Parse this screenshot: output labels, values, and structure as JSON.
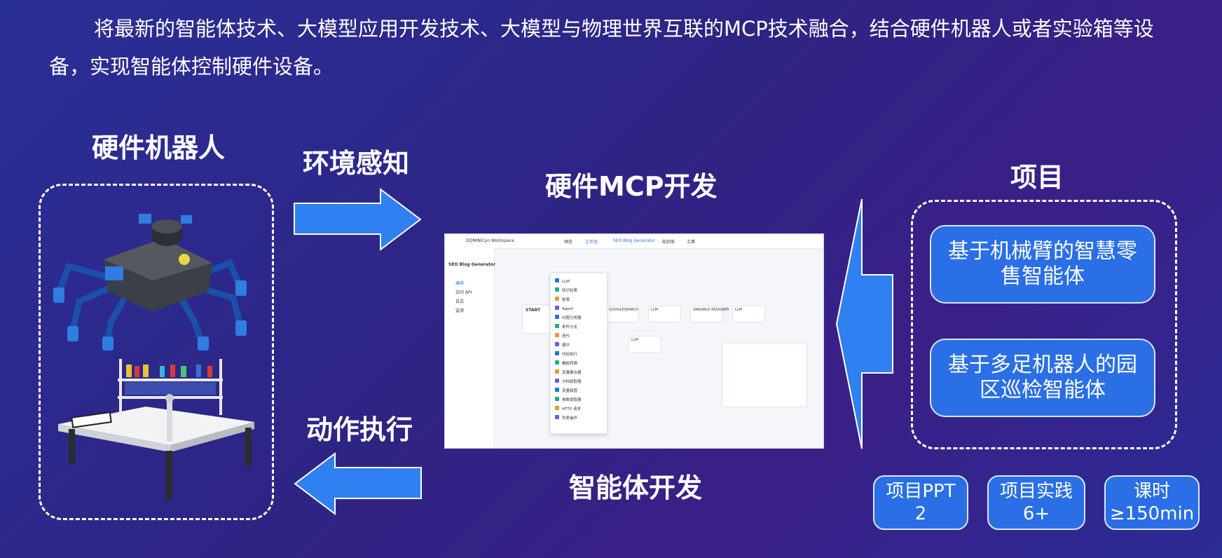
{
  "intro_text": "将最新的智能体技术、大模型应用开发技术、大模型与物理世界互联的MCP技术融合，结合硬件机器人或者实验箱等设备，实现智能体控制硬件设备。",
  "left": {
    "title": "硬件机器人"
  },
  "arrows": {
    "perception": "环境感知",
    "action": "动作执行"
  },
  "center": {
    "title": "硬件MCP开发",
    "subtitle": "智能体开发",
    "screenshot": {
      "workspace": "DOMINICyn Workspace",
      "app_name": "SEO Blog Generator",
      "tabs": [
        "预览",
        "工作流",
        "SEO Blog Generator",
        "知识库",
        "工具"
      ],
      "sidebar_items": [
        "编排",
        "访问 API",
        "日志",
        "监测"
      ],
      "menu_items": [
        "LLM",
        "知识检索",
        "结束",
        "Agent",
        "问题分类器",
        "条件分支",
        "迭代",
        "循环",
        "代码执行",
        "模板转换",
        "变量聚合器",
        "文档提取器",
        "变量赋值",
        "参数提取器",
        "HTTP 请求",
        "列表操作"
      ],
      "start_node": "START",
      "nodes": [
        "GOOGLESEARCH",
        "LLM",
        "VARIABLE ASSIGNER",
        "LLM",
        "LLM"
      ]
    }
  },
  "right": {
    "title": "项目",
    "projects": [
      "基于机械臂的智慧零售智能体",
      "基于多足机器人的园区巡检智能体"
    ]
  },
  "badges": [
    {
      "line1": "项目PPT",
      "line2": "2"
    },
    {
      "line1": "项目实践",
      "line2": "6+"
    },
    {
      "line1": "课时",
      "line2": "≥150min"
    }
  ],
  "colors": {
    "accent_blue": "#2a6fe6",
    "arrow_blue": "#2f80f0"
  }
}
